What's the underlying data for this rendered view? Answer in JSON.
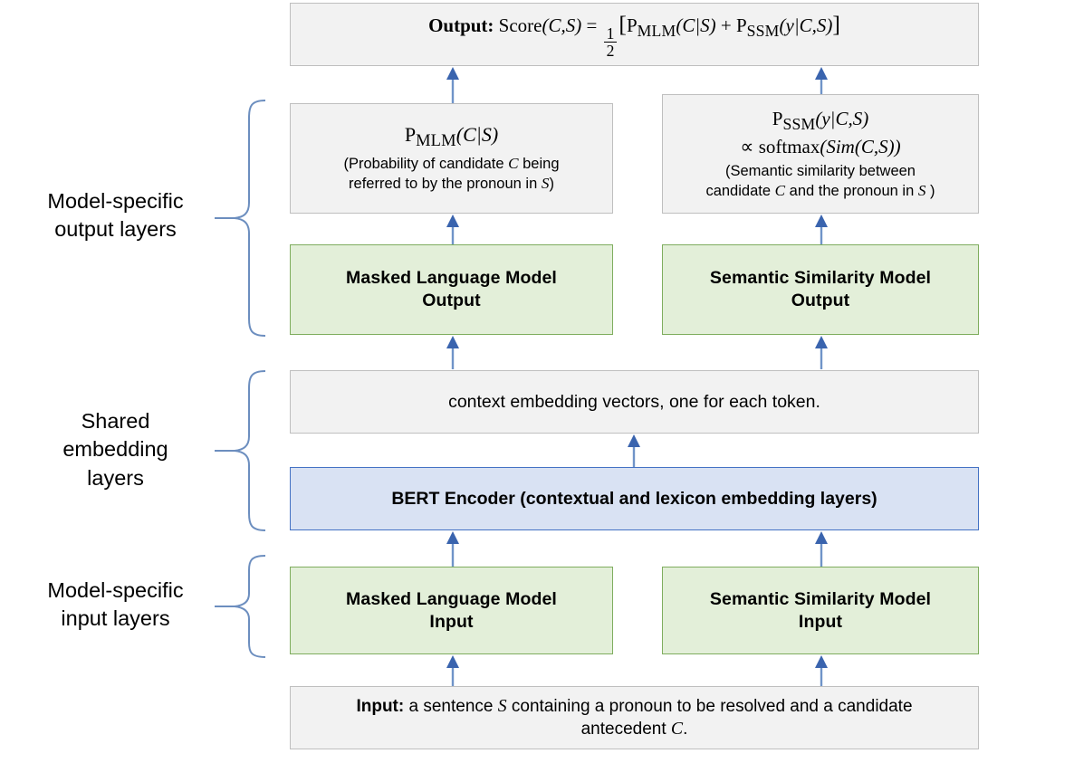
{
  "diagram": {
    "title_row": {
      "output_label": "Output:",
      "formula_plain": "Score(C,S) = 1/2 [ P_MLM(C|S) + P_SSM(y|C,S) ]"
    },
    "boxes": {
      "output": {
        "name": "output-score-box",
        "label_bold": "Output:",
        "score_fn": "Score",
        "score_args": "(C,S)",
        "equals": "=",
        "frac_num": "1",
        "frac_den": "2",
        "bracket_open": "[",
        "p1_name": "P",
        "p1_sub": "MLM",
        "p1_args": "(C|S)",
        "plus": "+",
        "p2_name": "P",
        "p2_sub": "SSM",
        "p2_args": "(y|C,S)",
        "bracket_close": "]"
      },
      "pmlm": {
        "name": "p-mlm-box",
        "p_name": "P",
        "p_sub": "MLM",
        "p_args": "(C|S)",
        "desc_line1": "(Probability of candidate C being",
        "desc_line2": "referred to by the pronoun in S)"
      },
      "pssm": {
        "name": "p-ssm-box",
        "p_name": "P",
        "p_sub": "SSM",
        "p_args": "(y|C,S)",
        "prop_symbol": "∝",
        "softmax": "softmax",
        "sim_expr": "(Sim(C,S))",
        "desc_line1": "(Semantic similarity between",
        "desc_line2": "candidate C and the pronoun in S )"
      },
      "mlm_output": {
        "name": "masked-language-model-output-box",
        "line1": "Masked Language Model",
        "line2": "Output"
      },
      "ssm_output": {
        "name": "semantic-similarity-model-output-box",
        "line1": "Semantic Similarity Model",
        "line2": "Output"
      },
      "context_embedding": {
        "name": "context-embedding-box",
        "text": "context embedding vectors, one for each token."
      },
      "bert_encoder": {
        "name": "bert-encoder-box",
        "text": "BERT Encoder (contextual and lexicon embedding layers)"
      },
      "mlm_input": {
        "name": "masked-language-model-input-box",
        "line1": "Masked Language Model",
        "line2": "Input"
      },
      "ssm_input": {
        "name": "semantic-similarity-model-input-box",
        "line1": "Semantic Similarity Model",
        "line2": "Input"
      },
      "input": {
        "name": "input-sentence-box",
        "label_bold": "Input:",
        "line1_rest": " a sentence S containing a pronoun to be resolved and a candidate",
        "line2": "antecedent C."
      }
    },
    "side_labels": [
      {
        "id": "model-specific-output-layers",
        "line1": "Model-specific",
        "line2": "output layers",
        "line3": ""
      },
      {
        "id": "shared-embedding-layers",
        "line1": "Shared",
        "line2": "embedding",
        "line3": "layers"
      },
      {
        "id": "model-specific-input-layers",
        "line1": "Model-specific",
        "line2": "input layers",
        "line3": ""
      }
    ],
    "colors": {
      "gray_fill": "#F2F2F2",
      "gray_border": "#BFBFBF",
      "green_fill": "#E3EFD9",
      "green_border": "#7FAD5E",
      "blue_fill": "#D9E2F3",
      "blue_border": "#4472C4",
      "arrow": "#4472C4",
      "brace": "#6C8EBF"
    }
  }
}
